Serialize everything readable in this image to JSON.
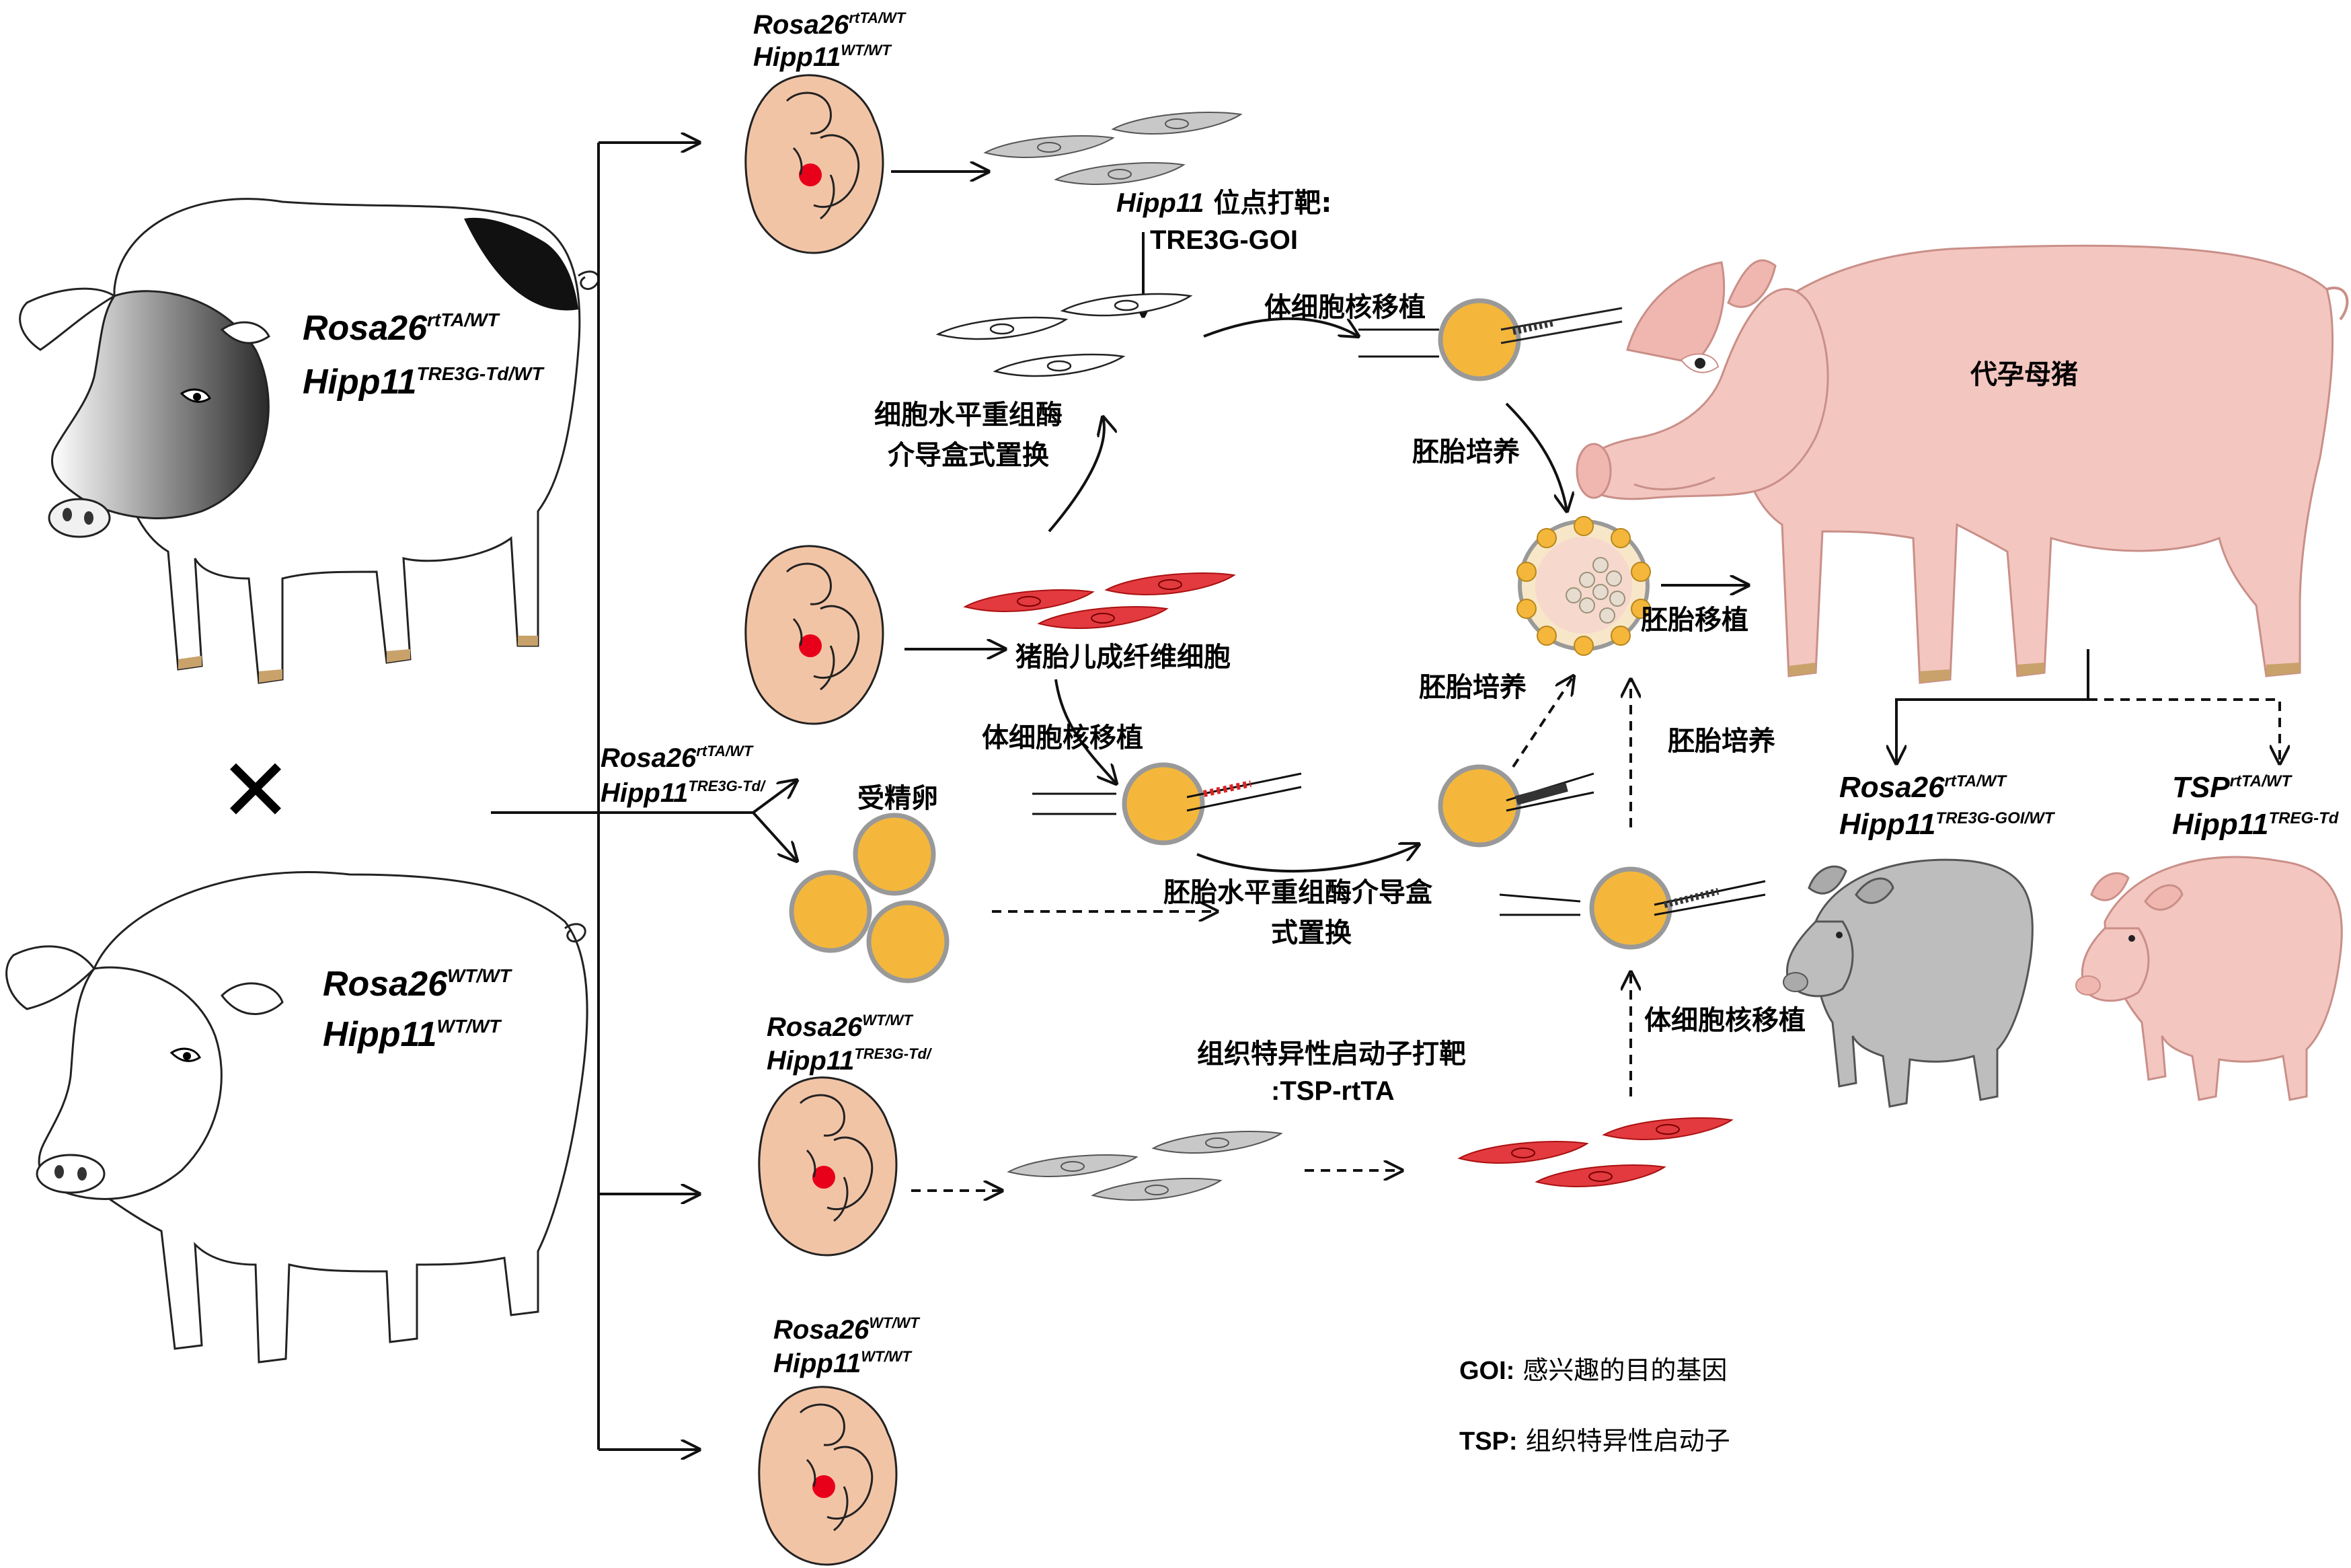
{
  "colors": {
    "embryo_fill": "#f2c4a6",
    "embryo_heart": "#e8001a",
    "cell_gray": "#c8c8c8",
    "cell_red": "#e23a3f",
    "oocyte_fill": "#f4b73c",
    "pink_pig": "#f3c6c0",
    "gray_pig": "#bdbdbd",
    "hoof": "#c8a26a"
  },
  "parents": {
    "p1": {
      "g1": "Rosa26",
      "s1": "rtTA/WT",
      "g2": "Hipp11",
      "s2": "TRE3G-Td/WT"
    },
    "p2": {
      "g1": "Rosa26",
      "s1": "WT/WT",
      "g2": "Hipp11",
      "s2": "WT/WT"
    },
    "cross_symbol": "✕"
  },
  "offspring": {
    "e1": {
      "g1": "Rosa26",
      "s1": "rtTA/WT",
      "g2": "Hipp11",
      "s2": "WT/WT"
    },
    "mid": {
      "g1": "Rosa26",
      "s1": "rtTA/WT",
      "g2": "Hipp11",
      "s2": "TRE3G-Td/"
    },
    "e3": {
      "g1": "Rosa26",
      "s1": "WT/WT",
      "g2": "Hipp11",
      "s2": "TRE3G-Td/"
    },
    "e4": {
      "g1": "Rosa26",
      "s1": "WT/WT",
      "g2": "Hipp11",
      "s2": "WT/WT"
    }
  },
  "labels": {
    "hipp11_target_gene": "Hipp11",
    "hipp11_target_rest": " 位点打靶:",
    "tre3g_goi": "TRE3G-GOI",
    "scnt_top": "体细胞核移植",
    "rmce_cell": [
      "细胞水平重组酶",
      "介导盒式置换"
    ],
    "embryo_culture_1": "胚胎培养",
    "fibroblast": "猪胎儿成纤维细胞",
    "scnt_mid": "体细胞核移植",
    "zygote": "受精卵",
    "embryo_culture_2": "胚胎培养",
    "embryo_culture_3": "胚胎培养",
    "rmce_embryo": [
      "胚胎水平重组酶介导盒",
      "式置换"
    ],
    "embryo_transfer": "胚胎移植",
    "surrogate": "代孕母猪",
    "scnt_bottom": "体细胞核移植",
    "tsp_target": [
      "组织特异性启动子打靶",
      ":TSP-rtTA"
    ]
  },
  "results": {
    "r1": {
      "g1": "Rosa26",
      "s1": "rtTA/WT",
      "g2": "Hipp11",
      "s2": "TRE3G-GOI/WT"
    },
    "r2": {
      "g1": "TSP",
      "s1": "rtTA/WT",
      "g2": "Hipp11",
      "s2": "TREG-Td"
    }
  },
  "legend": [
    {
      "abbr": "GOI:",
      "text": " 感兴趣的目的基因"
    },
    {
      "abbr": "TSP:",
      "text": " 组织特异性启动子"
    }
  ]
}
